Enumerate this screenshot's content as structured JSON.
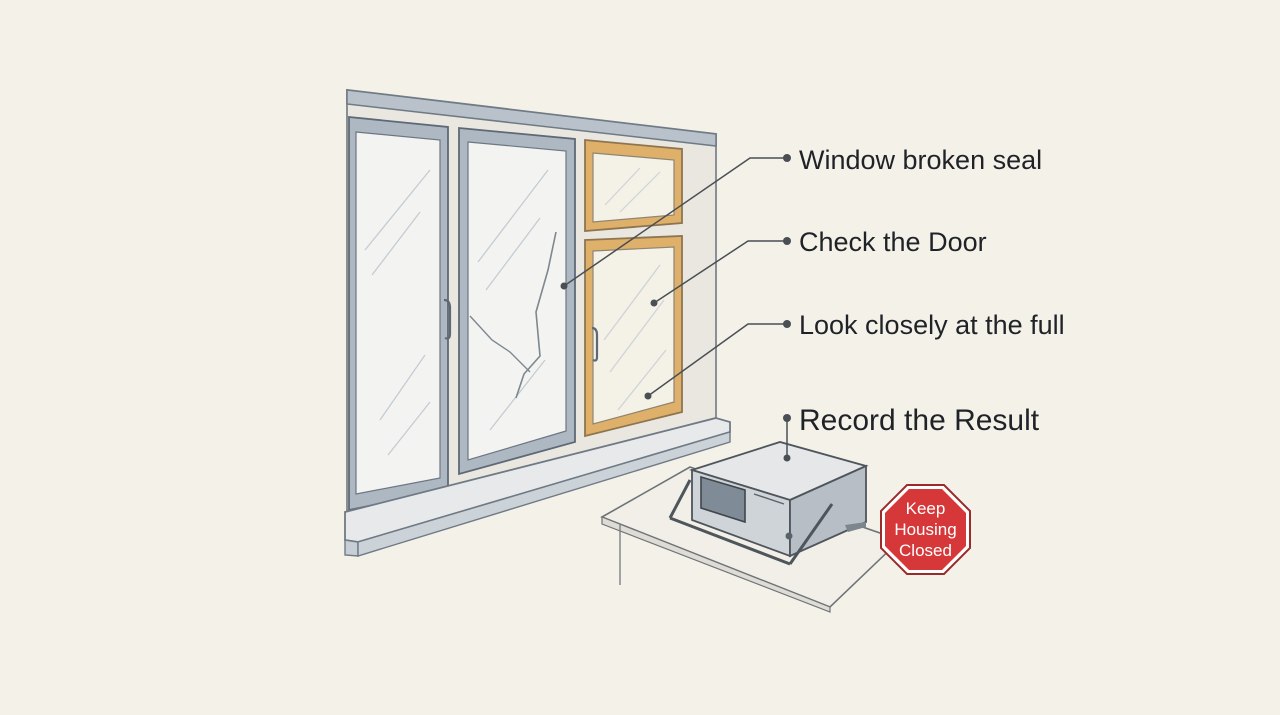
{
  "callouts": [
    {
      "label": "Window broken seal"
    },
    {
      "label": "Check the Door"
    },
    {
      "label": "Look closely at the full"
    },
    {
      "label": "Record the Result"
    }
  ],
  "sign": {
    "line1": "Keep",
    "line2": "Housing",
    "line3": "Closed"
  },
  "colors": {
    "background": "#f4f1e9",
    "frame": "#8a96a3",
    "glass": "#f1f2ee",
    "highlight": "#d9a659",
    "sign": "#d6383a",
    "ink": "#3a3f44"
  },
  "icons": [
    "window-illustration",
    "measurement-device-illustration",
    "stop-sign-icon"
  ]
}
